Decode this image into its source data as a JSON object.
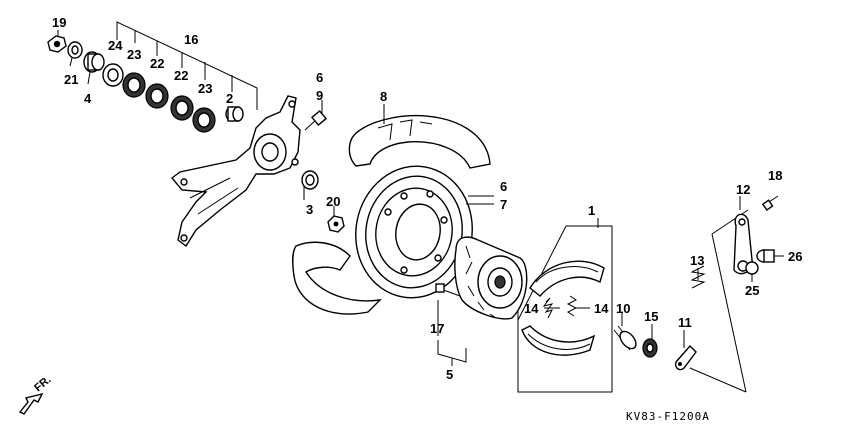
{
  "diagram_code": "KV83-F1200A",
  "direction_label": "FR.",
  "callouts": [
    {
      "id": "c19",
      "text": "19"
    },
    {
      "id": "c21",
      "text": "21"
    },
    {
      "id": "c4",
      "text": "4"
    },
    {
      "id": "c24",
      "text": "24"
    },
    {
      "id": "c23a",
      "text": "23"
    },
    {
      "id": "c16",
      "text": "16"
    },
    {
      "id": "c22a",
      "text": "22"
    },
    {
      "id": "c22b",
      "text": "22"
    },
    {
      "id": "c23b",
      "text": "23"
    },
    {
      "id": "c2",
      "text": "2"
    },
    {
      "id": "c6a",
      "text": "6"
    },
    {
      "id": "c9",
      "text": "9"
    },
    {
      "id": "c8",
      "text": "8"
    },
    {
      "id": "c3",
      "text": "3"
    },
    {
      "id": "c20",
      "text": "20"
    },
    {
      "id": "c6b",
      "text": "6"
    },
    {
      "id": "c7",
      "text": "7"
    },
    {
      "id": "c1",
      "text": "1"
    },
    {
      "id": "c17",
      "text": "17"
    },
    {
      "id": "c5",
      "text": "5"
    },
    {
      "id": "c14a",
      "text": "14"
    },
    {
      "id": "c14b",
      "text": "14"
    },
    {
      "id": "c10",
      "text": "10"
    },
    {
      "id": "c15",
      "text": "15"
    },
    {
      "id": "c11",
      "text": "11"
    },
    {
      "id": "c18",
      "text": "18"
    },
    {
      "id": "c12",
      "text": "12"
    },
    {
      "id": "c13",
      "text": "13"
    },
    {
      "id": "c26",
      "text": "26"
    },
    {
      "id": "c25",
      "text": "25"
    }
  ]
}
